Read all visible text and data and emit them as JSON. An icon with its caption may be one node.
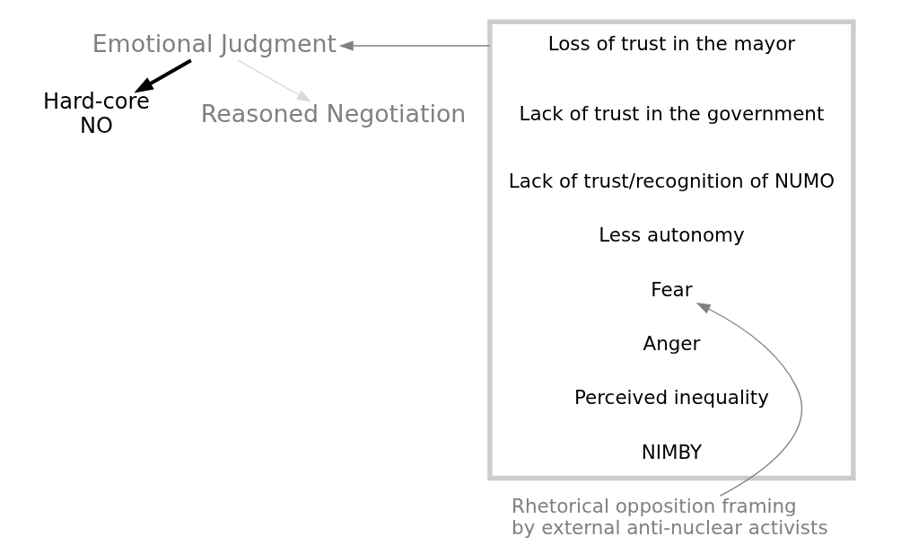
{
  "diagram": {
    "nodes": [
      {
        "text": [
          "Emotional Judgment"
        ]
      },
      {
        "text": [
          "Hard-core NO"
        ]
      },
      {
        "text": [
          "Reasoned Negotiation"
        ]
      },
      {
        "text": [],
        "shape": "box"
      },
      {
        "text": [
          "Loss of trust in the mayor"
        ],
        "in": 3
      },
      {
        "text": [
          "Lack of trust in the government"
        ],
        "in": 3
      },
      {
        "text": [
          "Lack of trust/recognition of NUMO"
        ],
        "in": 3
      },
      {
        "text": [
          "Less autonomy"
        ],
        "in": 3
      },
      {
        "text": [
          "Fear"
        ],
        "in": 3
      },
      {
        "text": [
          "Anger"
        ],
        "in": 3
      },
      {
        "text": [
          "Perceived inequality"
        ],
        "in": 3
      },
      {
        "text": [
          "NIMBY"
        ],
        "in": 3
      },
      {
        "text": [
          "Rhetorical opposition framing by external anti-nuclear activists"
        ]
      }
    ],
    "edges": [
      {
        "from": 3,
        "to": 0,
        "arrow": "to",
        "color": "#808080"
      },
      {
        "from": 0,
        "to": 1,
        "arrow": "to",
        "style": "thick",
        "color": "#000000"
      },
      {
        "from": 0,
        "to": 2,
        "arrow": "to",
        "color": "#d9d9d9"
      },
      {
        "from": 12,
        "to": 8,
        "arrow": "to",
        "color": "#808080"
      }
    ]
  }
}
